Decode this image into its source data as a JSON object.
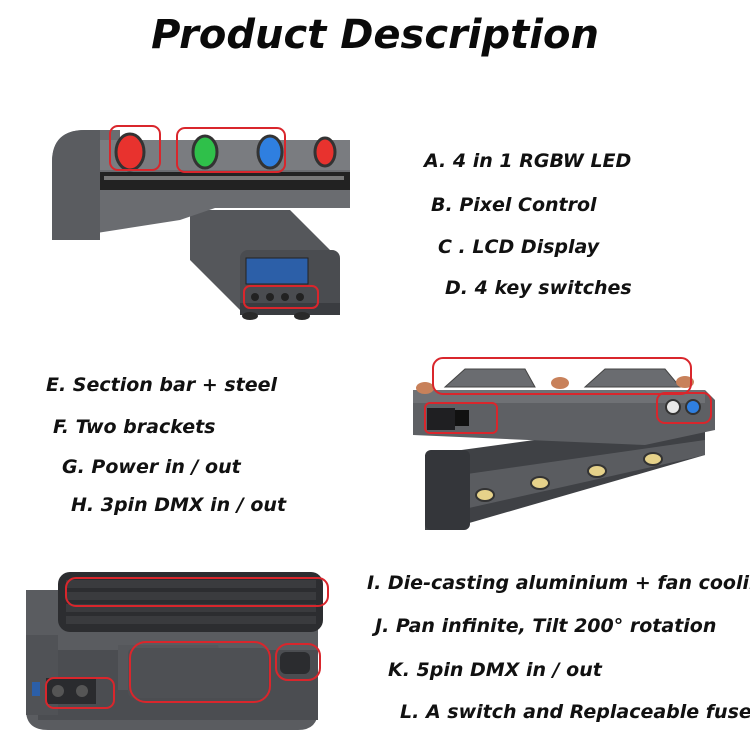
{
  "title": "Product Description",
  "features": {
    "a": "A. 4 in 1 RGBW LED",
    "b": "B. Pixel Control",
    "c": "C . LCD Display",
    "d": "D. 4 key switches",
    "e": "E. Section bar + steel",
    "f": "F. Two brackets",
    "g": "G. Power in / out",
    "h": "H. 3pin DMX in / out",
    "i": "I. Die-casting aluminium + fan cooling",
    "j": "J. Pan infinite, Tilt 200° rotation",
    "k": "K. 5pin DMX in / out",
    "l": "L. A switch and Replaceable fuse"
  },
  "colors": {
    "highlight": "#d9262c",
    "body": "#5f6166",
    "body_dark": "#3d3f43",
    "led_red": "#e8322e",
    "led_green": "#2fc04a",
    "led_blue": "#2f7fe0",
    "bracket_copper": "#c8815a",
    "screen_blue": "#2c5fa8"
  }
}
